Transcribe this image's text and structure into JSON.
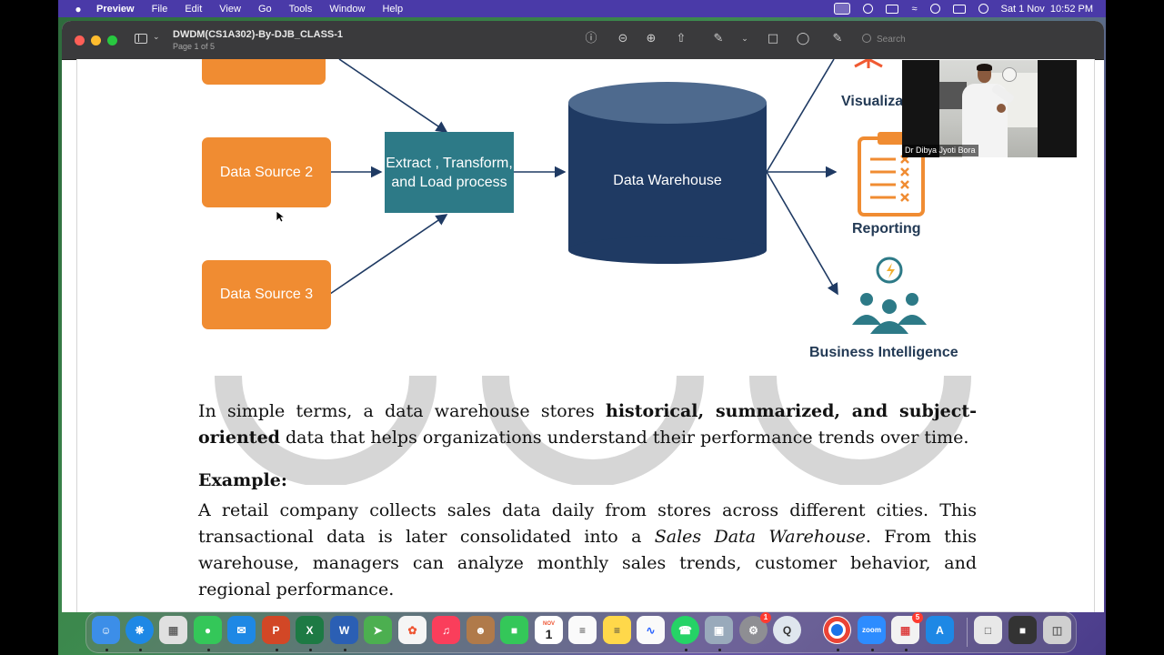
{
  "menubar": {
    "app": "Preview",
    "items": [
      "File",
      "Edit",
      "View",
      "Go",
      "Tools",
      "Window",
      "Help"
    ],
    "datetime": "Sat 1 Nov  10:52 PM"
  },
  "window": {
    "title": "DWDM(CS1A302)-By-DJB_CLASS-1",
    "subtitle": "Page 1 of 5",
    "search_placeholder": "Search"
  },
  "diagram": {
    "sources": [
      "Data Source 2",
      "Data Source 3"
    ],
    "etl": "Extract , Transform, and Load process",
    "warehouse": "Data Warehouse",
    "outputs": [
      "Visualiza",
      "Reporting",
      "Business Intelligence"
    ],
    "colors": {
      "source": "#f08c32",
      "etl": "#2d7a87",
      "warehouse": "#1f3a63",
      "output_icon": "#f08c32",
      "bi_icon": "#2d7a87"
    }
  },
  "content": {
    "para1_a": "In simple terms, a data warehouse stores ",
    "para1_b": "historical, summarized, and subject-oriented",
    "para1_c": " data that helps organizations understand their performance trends over time.",
    "example_heading": "Example:",
    "para2_a": " A retail company collects sales data daily from stores across different cities. This transactional data is later consolidated into a ",
    "para2_b": "Sales Data Warehouse",
    "para2_c": ". From this warehouse, managers can analyze monthly sales trends, customer behavior, and regional performance."
  },
  "camera": {
    "participant_name": "Dr Dibya Jyoti Bora"
  },
  "dock": {
    "calendar_month": "NOV",
    "calendar_day": "1",
    "badges": {
      "settings": "1",
      "teams": "5"
    },
    "zoom_label": "zoom"
  }
}
